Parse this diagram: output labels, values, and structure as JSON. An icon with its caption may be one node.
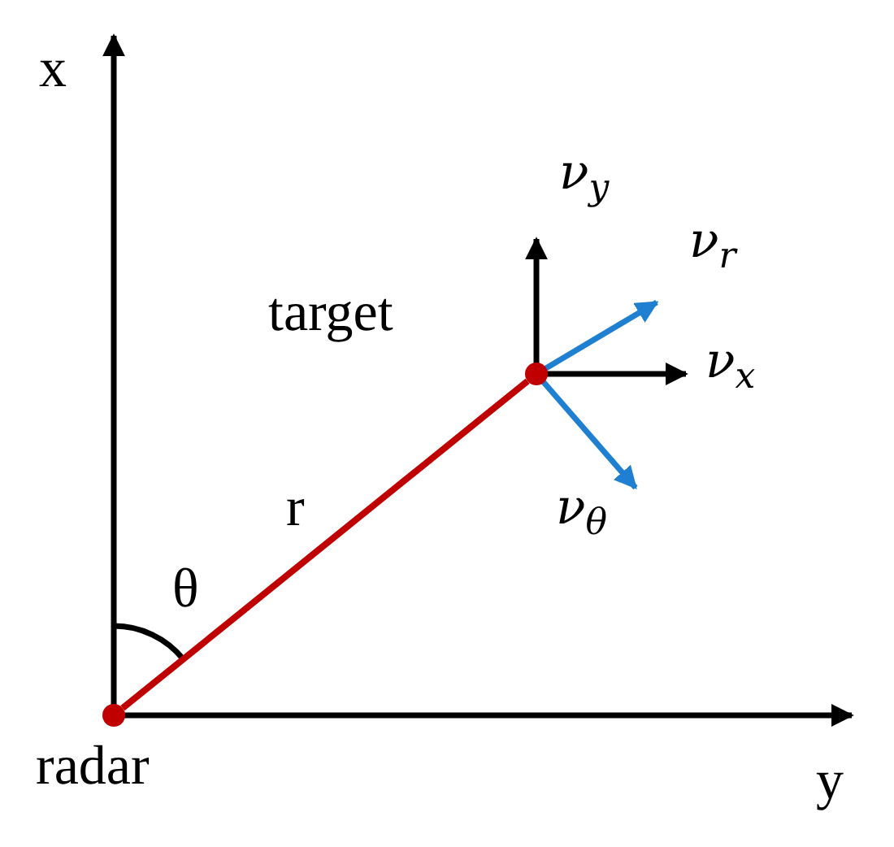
{
  "diagram": {
    "nodes": [
      {
        "text": [],
        "shape": "circle",
        "beside": [
          "target"
        ]
      },
      {
        "text": [],
        "shape": "circle",
        "beside": [
          "radar"
        ]
      }
    ],
    "edges": [
      {
        "from": 1,
        "to": 0,
        "arrow": "none",
        "label": "r",
        "color": "#c00000"
      }
    ],
    "labels": [
      "x",
      "ν$_{y}$",
      "ν$_{r}$",
      "ν$_{x}$",
      "ν$_{θ}$",
      "θ",
      "y"
    ]
  }
}
